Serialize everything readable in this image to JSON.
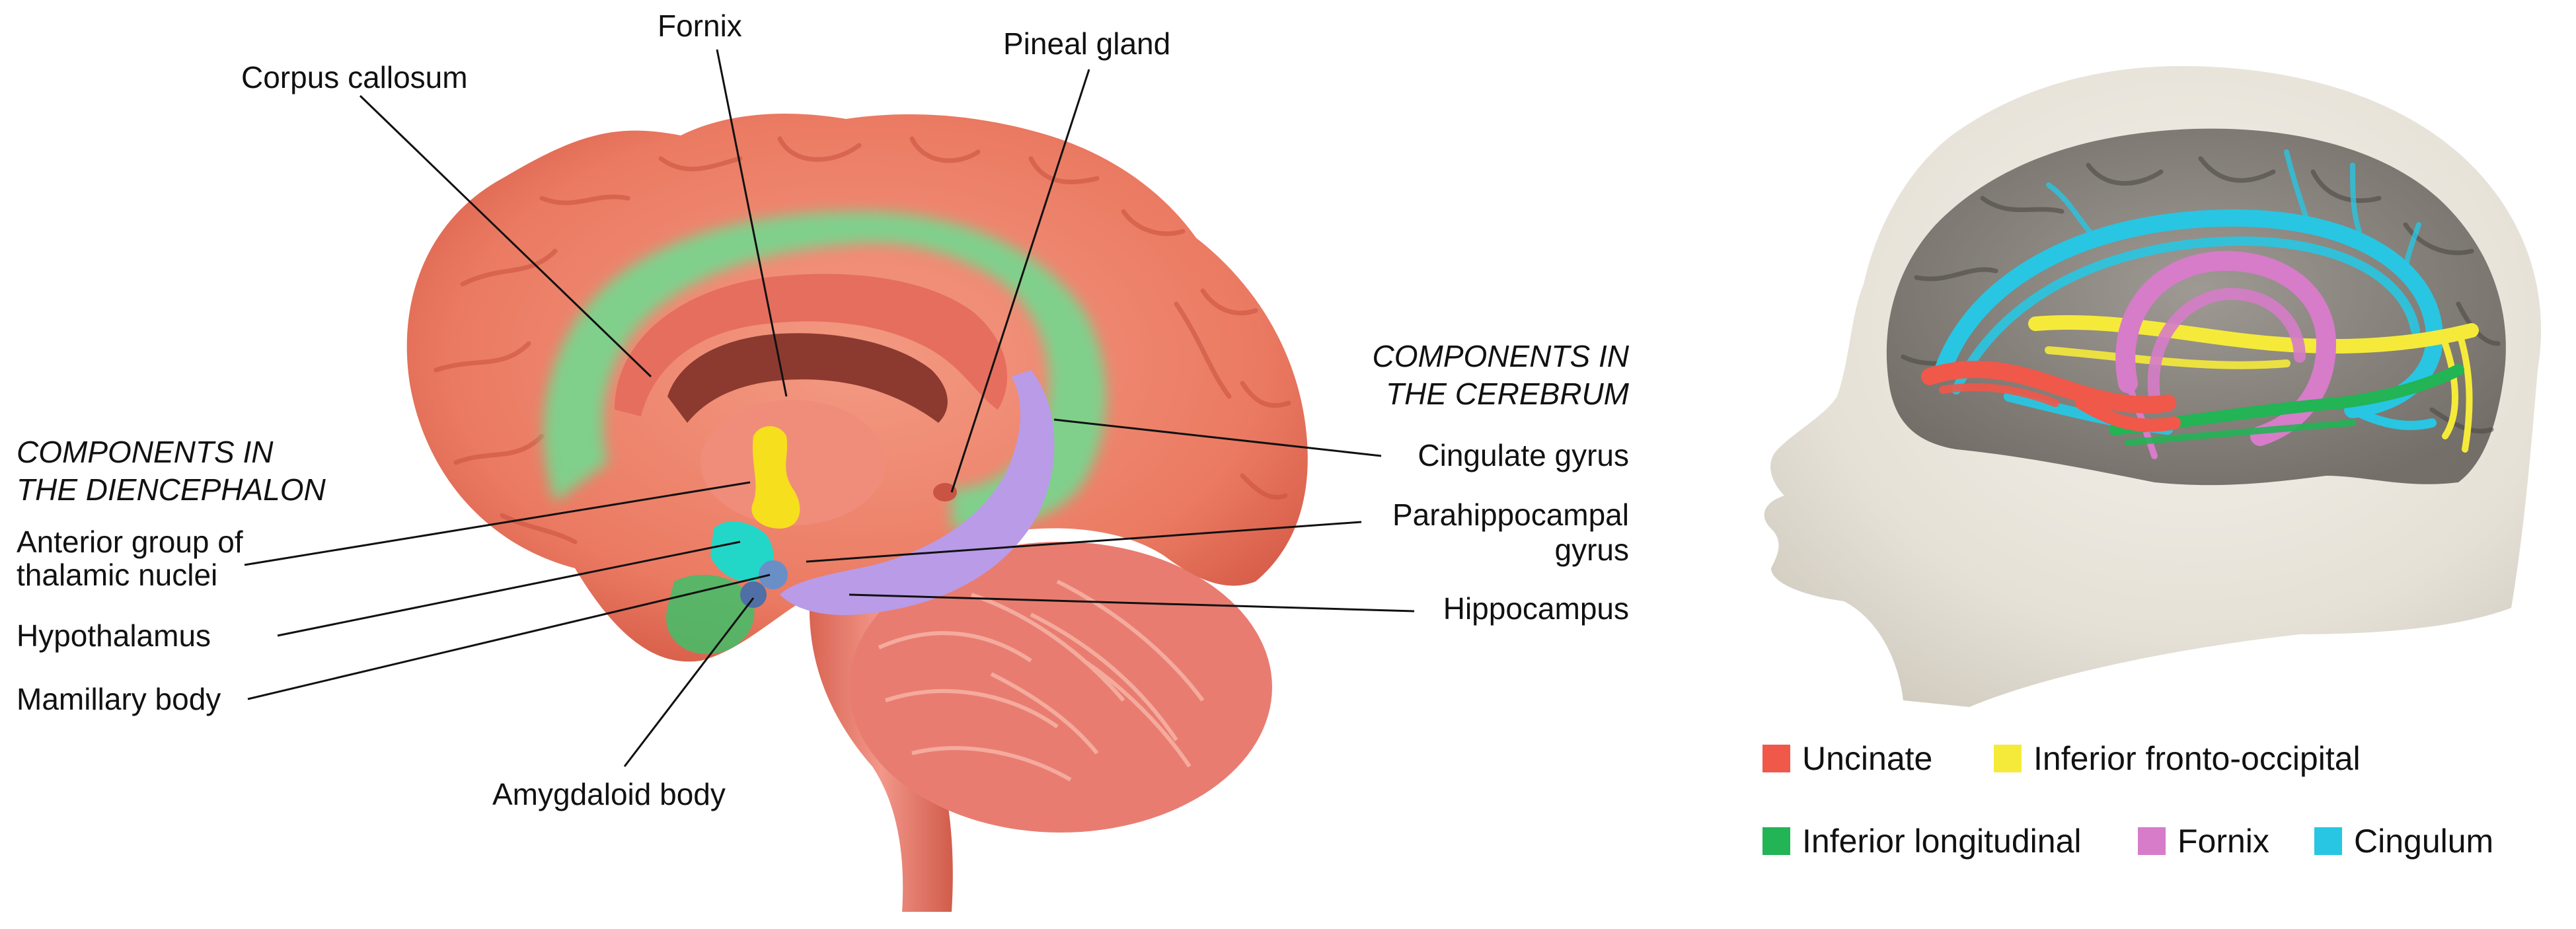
{
  "left_panel": {
    "group_labels": {
      "cerebrum": [
        "COMPONENTS IN",
        "THE CEREBRUM"
      ],
      "diencephalon": [
        "COMPONENTS IN",
        "THE DIENCEPHALON"
      ]
    },
    "labels": {
      "fornix": "Fornix",
      "corpus_callosum": "Corpus callosum",
      "pineal_gland": "Pineal gland",
      "anterior_thalamic": [
        "Anterior group of",
        "thalamic nuclei"
      ],
      "hypothalamus": "Hypothalamus",
      "mamillary_body": "Mamillary body",
      "amygdaloid_body": "Amygdaloid body",
      "cingulate_gyrus": "Cingulate gyrus",
      "parahippocampal_gyrus": [
        "Parahippocampal",
        "gyrus"
      ],
      "hippocampus": "Hippocampus"
    }
  },
  "right_panel": {
    "legend": [
      {
        "label": "Uncinate",
        "color": "#f0584a"
      },
      {
        "label": "Inferior fronto-occipital",
        "color": "#f5ea3a"
      },
      {
        "label": "Inferior longitudinal",
        "color": "#22b455"
      },
      {
        "label": "Fornix",
        "color": "#d67cc8"
      },
      {
        "label": "Cingulum",
        "color": "#28c6e2"
      }
    ]
  },
  "colors": {
    "cortex": "#ec7b62",
    "cortex_dark": "#c9513e",
    "limbic_green": "#6fd58f",
    "thalamus_yellow": "#f6df1d",
    "hypothalamus_cyan": "#22d7c7",
    "hippocampus_purple": "#b99be8",
    "mamillary_blue": "#6a8fc7",
    "cerebellum": "#e87a70"
  }
}
